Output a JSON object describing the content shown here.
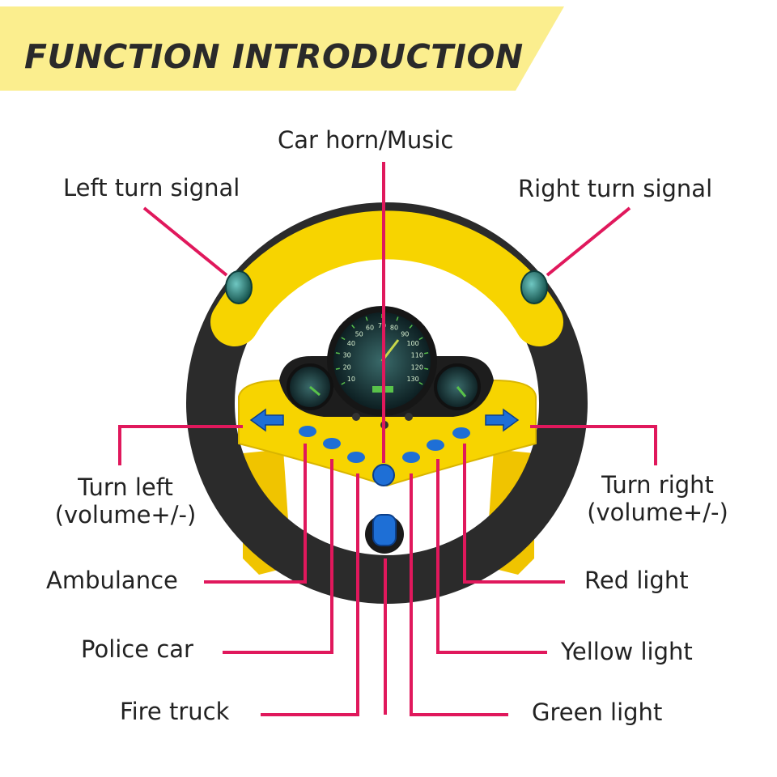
{
  "header": {
    "title": "FUNCTION INTRODUCTION",
    "banner_color": "#fbee8e"
  },
  "colors": {
    "leader_line": "#e0185c",
    "wheel_yellow": "#f5d200",
    "wheel_black": "#2a2a2a",
    "button_blue": "#1e6fd6",
    "dial_green": "#59c24a"
  },
  "dashboard": {
    "speedometer_ticks": [
      "10",
      "20",
      "30",
      "40",
      "50",
      "60",
      "70",
      "80",
      "90",
      "100",
      "110",
      "120",
      "130"
    ]
  },
  "labels": {
    "car_horn": "Car horn/Music",
    "left_turn_signal": "Left turn signal",
    "right_turn_signal": "Right turn signal",
    "turn_left_line1": "Turn left",
    "turn_left_line2": "(volume+/-)",
    "turn_right_line1": "Turn right",
    "turn_right_line2": "(volume+/-)",
    "ambulance": "Ambulance",
    "police_car": "Police car",
    "fire_truck": "Fire truck",
    "red_light": "Red light",
    "yellow_light": "Yellow light",
    "green_light": "Green light"
  }
}
